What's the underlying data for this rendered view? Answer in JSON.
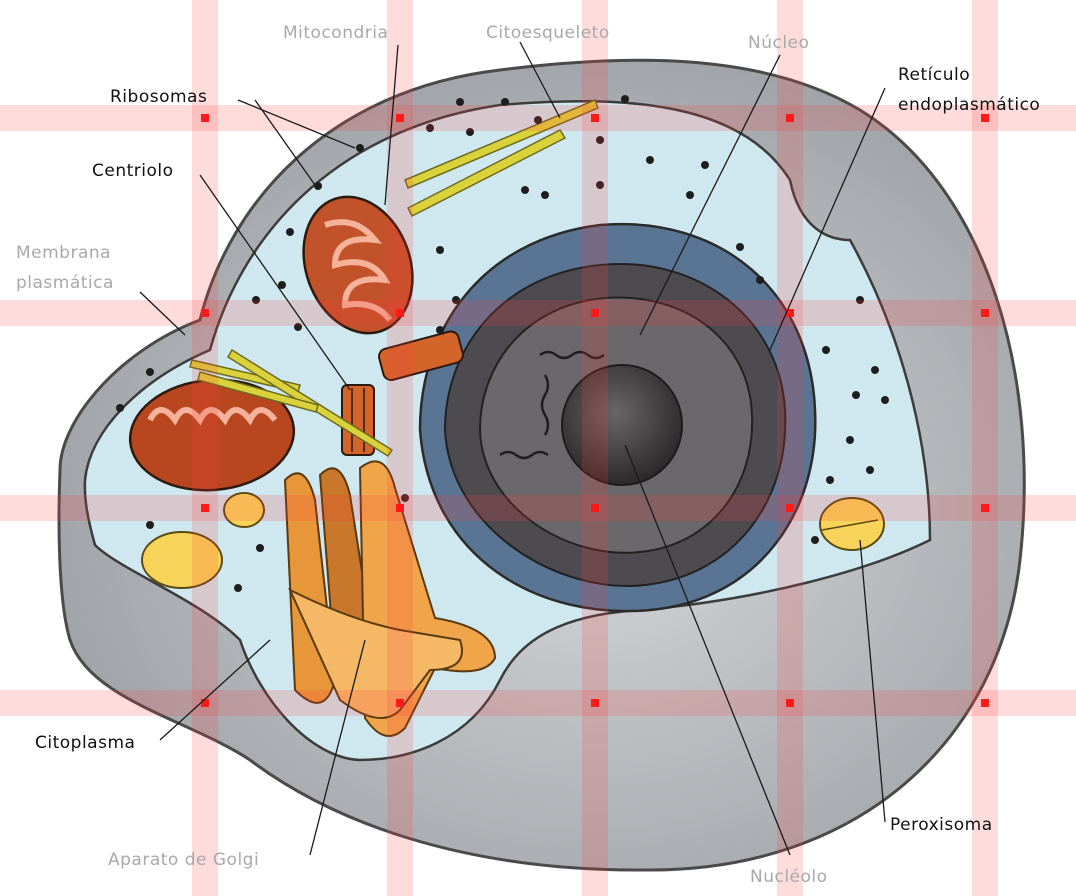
{
  "labels": {
    "mitocondria": "Mitocondria",
    "citoesqueleto": "Citoesqueleto",
    "nucleo": "Núcleo",
    "reticulo_line1": "Retículo",
    "reticulo_line2": "endoplasmático",
    "ribosomas": "Ribosomas",
    "centriolo": "Centriolo",
    "membrana_line1": "Membrana",
    "membrana_line2": "plasmática",
    "citoplasma": "Citoplasma",
    "aparato_golgi": "Aparato de Golgi",
    "nucleolo": "Nucléolo",
    "peroxisoma": "Peroxisoma"
  },
  "colors": {
    "cell_outer": "#b9bcbf",
    "cytoplasm": "#cfe7ee",
    "nucleus_envelope": "#5a6f8a",
    "nucleus_inner": "#5d5a5e",
    "nucleolus": "#3e3a3d",
    "mitochondria": "#c2522a",
    "golgi": "#f1a54a",
    "peroxisome": "#f7d35a",
    "cytoskeleton": "#d9d23a",
    "grid_marker": "#ff1a1a"
  }
}
